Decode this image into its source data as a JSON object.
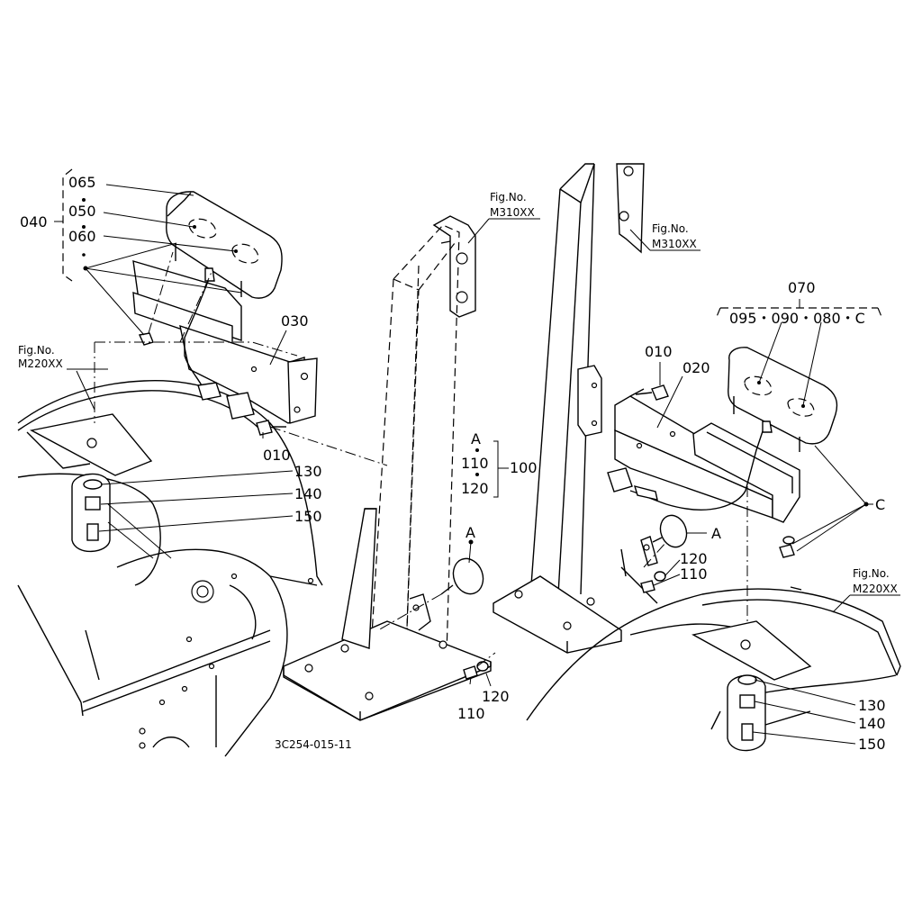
{
  "labels": {
    "p065": "065",
    "p050": "050",
    "p060": "060",
    "p040": "040",
    "p030": "030",
    "p010_left": "010",
    "p130_left": "130",
    "p140_left": "140",
    "p150_left": "150",
    "p010_right": "010",
    "p020": "020",
    "p070": "070",
    "p070_group": "095・090・080・C",
    "p100": "100",
    "p110_group": "110",
    "p120_group": "120",
    "group_a": "A",
    "a_center": "A",
    "a_right": "A",
    "p120_right": "120",
    "p110_right": "110",
    "p110_bottom": "110",
    "p120_bottom": "120",
    "c_right": "C",
    "p130_right": "130",
    "p140_right": "140",
    "p150_right": "150"
  },
  "figure_refs": {
    "fig_no": "Fig.No.",
    "m310_center": "M310XX",
    "m310_right": "M310XX",
    "m220_left": "M220XX",
    "m220_right": "M220XX"
  },
  "drawing_code": "3C254-015-11"
}
